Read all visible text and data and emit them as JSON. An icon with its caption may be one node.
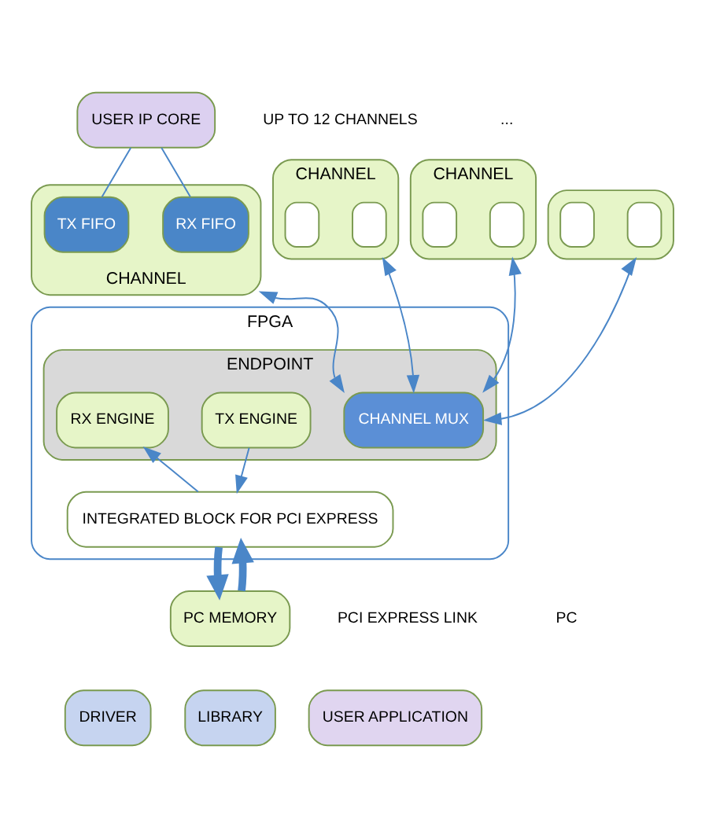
{
  "diagram": {
    "nodes": [
      {
        "text": [
          "FPGA"
        ]
      },
      {
        "text": [
          "ENDPOINT"
        ],
        "in": 0
      },
      {
        "text": [
          "CHANNEL MUX"
        ],
        "in": 1
      },
      {
        "text": [
          "TX ENGINE"
        ],
        "in": 1
      },
      {
        "text": [
          "RX ENGINE"
        ],
        "in": 1
      },
      {
        "text": [
          "INTEGRATED BLOCK FOR PCI EXPRESS"
        ],
        "in": 0
      },
      {
        "text": [
          "USER IP CORE"
        ]
      },
      {
        "text": [
          "CHANNEL"
        ]
      },
      {
        "text": [
          "RX FIFO"
        ],
        "in": 7
      },
      {
        "text": [
          "TX FIFO"
        ],
        "in": 7
      },
      {
        "text": [
          "CHANNEL"
        ]
      },
      {
        "text": [],
        "shape": "box",
        "in": 10
      },
      {
        "text": [],
        "shape": "box",
        "in": 10
      },
      {
        "text": [
          "CHANNEL"
        ]
      },
      {
        "text": [],
        "shape": "box",
        "in": 13
      },
      {
        "text": [],
        "shape": "box",
        "in": 13
      },
      {
        "text": [],
        "shape": "box"
      },
      {
        "text": [],
        "shape": "box",
        "in": 16
      },
      {
        "text": [],
        "shape": "box",
        "in": 16
      },
      {
        "text": [
          "PC MEMORY"
        ]
      },
      {
        "text": [
          "DRIVER"
        ]
      },
      {
        "text": [
          "LIBRARY"
        ]
      },
      {
        "text": [
          "USER APPLICATION"
        ]
      }
    ],
    "edges": [
      {
        "from": 6,
        "to": 8,
        "arrow": "none"
      },
      {
        "from": 6,
        "to": 9,
        "arrow": "none"
      },
      {
        "from": 7,
        "to": 2,
        "arrow": "both"
      },
      {
        "from": 10,
        "to": 2,
        "arrow": "both"
      },
      {
        "from": 13,
        "to": 2,
        "arrow": "both"
      },
      {
        "from": 16,
        "to": 2,
        "arrow": "both"
      },
      {
        "from": 3,
        "to": 5,
        "arrow": "to"
      },
      {
        "from": 5,
        "to": 4,
        "arrow": "to"
      },
      {
        "from": 5,
        "to": 19,
        "arrow": "to",
        "style": "thick"
      },
      {
        "from": 19,
        "to": 5,
        "arrow": "to",
        "style": "thick"
      }
    ],
    "labels": [
      "UP TO 12 CHANNELS",
      "...",
      "PCI EXPRESS LINK",
      "PC"
    ]
  }
}
